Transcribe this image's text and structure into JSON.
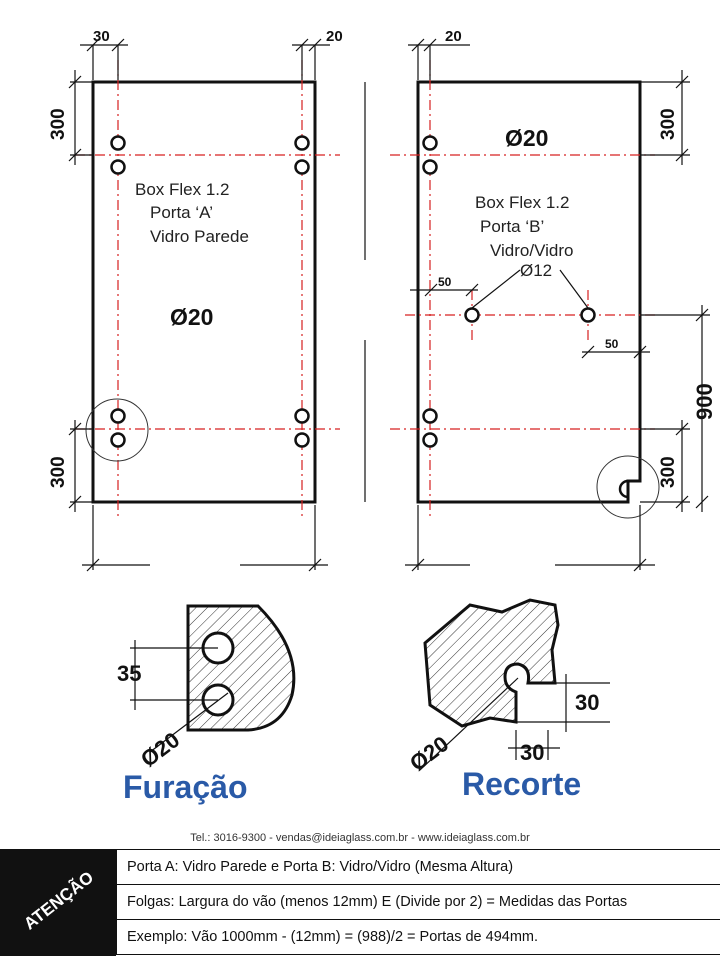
{
  "door_a": {
    "label_line1": "Box Flex 1.2",
    "label_line2": "Porta ‘A’",
    "label_line3": "Vidro Parede",
    "hole_diameter": "Ø20",
    "dim_top": "300",
    "dim_bottom": "300",
    "dim_left_offset": "30",
    "dim_right_offset": "20"
  },
  "door_b": {
    "label_line1": "Box Flex 1.2",
    "label_line2": "Porta ‘B’",
    "label_line3": "Vidro/Vidro",
    "hole_diameter": "Ø20",
    "small_hole_diameter": "Ø12",
    "dim_top": "300",
    "dim_bottom": "300",
    "dim_left_offset": "20",
    "dim_mid_left": "50",
    "dim_mid_right": "50",
    "dim_height": "900"
  },
  "detail_furacao": {
    "spacing": "35",
    "diameter": "Ø20",
    "title": "Furação"
  },
  "detail_recorte": {
    "dim_vertical": "30",
    "dim_horizontal": "30",
    "diameter": "Ø20",
    "title": "Recorte"
  },
  "contact": "Tel.: 3016-9300 - vendas@ideiaglass.com.br - www.ideiaglass.com.br",
  "notes": {
    "badge": "ATENÇÃO",
    "lines": [
      "Porta A: Vidro Parede e Porta B: Vidro/Vidro (Mesma Altura)",
      "Folgas: Largura do vão (menos 12mm) E (Divide por 2) = Medidas das Portas",
      "Exemplo: Vão 1000mm - (12mm) = (988)/2 = Portas de 494mm."
    ]
  },
  "colors": {
    "center_line": "#d62020",
    "outline": "#111111",
    "title_blue": "#2a5aa7"
  }
}
